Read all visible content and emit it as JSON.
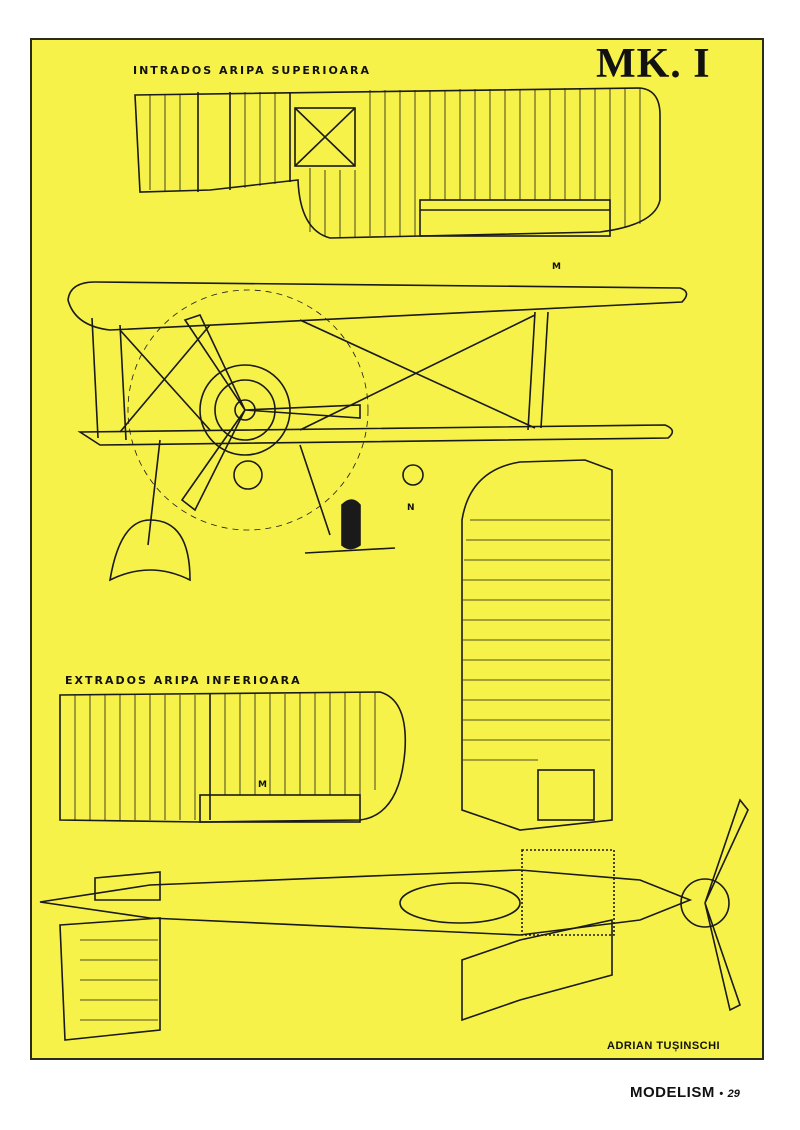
{
  "title": "MK. I",
  "views": {
    "upper_wing_label": "INTRADOS ARIPA SUPERIOARA",
    "lower_wing_label": "EXTRADOS ARIPA INFERIOARA",
    "mark_m1": "M",
    "mark_m2": "M",
    "mark_n": "N"
  },
  "author": "ADRIAN TUȘINSCHI",
  "footer": {
    "brand": "MODELISM",
    "separator": "•",
    "page": "29"
  },
  "colors": {
    "paper": "#f6f24a",
    "ink": "#111111"
  }
}
